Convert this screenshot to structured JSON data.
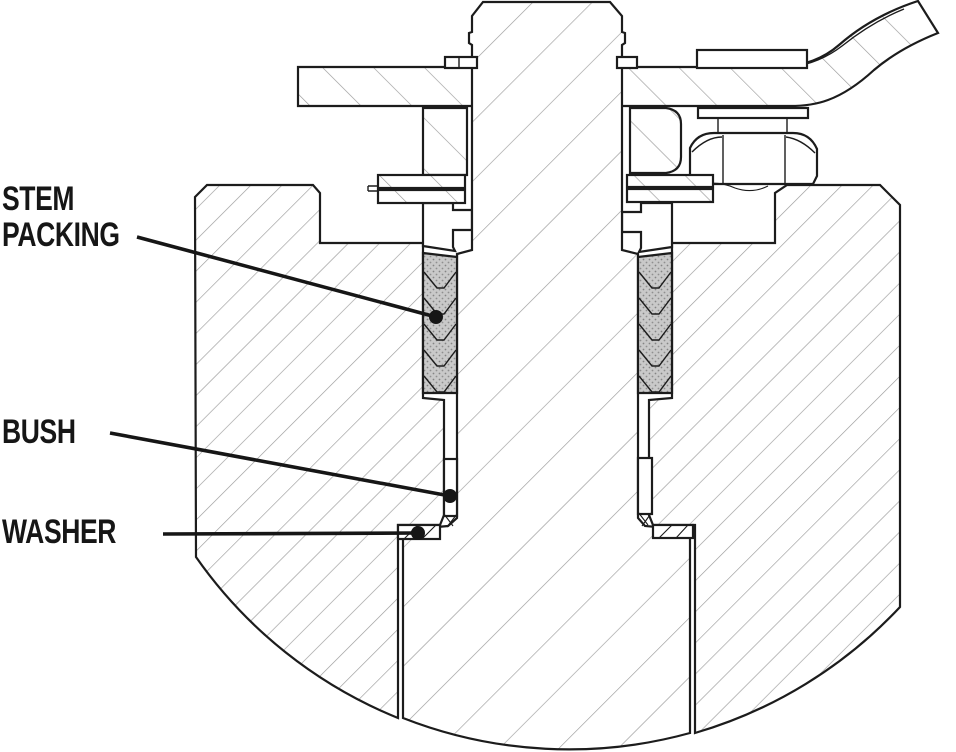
{
  "diagram": {
    "kind": "engineering-section-drawing",
    "subject": "valve stem / stuffing-box cross-section with lever handle, hex nut, gland, chevron stem packing, bush and washer",
    "labels": {
      "stem_packing": {
        "line1": "STEM",
        "line2": "PACKING"
      },
      "bush": "BUSH",
      "washer": "WASHER"
    },
    "callouts": [
      {
        "label": "STEM PACKING",
        "target": "left packing column",
        "style": "line with filled dot"
      },
      {
        "label": "BUSH",
        "target": "left bush sleeve",
        "style": "line with filled dot"
      },
      {
        "label": "WASHER",
        "target": "left washer",
        "style": "line with filled dot"
      }
    ],
    "colors": {
      "ink": "#1c1c1c",
      "hatch": "#9b9b9b",
      "packing_fill": "#c9c9c9",
      "packing_dot": "#848484",
      "background": "#ffffff"
    }
  }
}
